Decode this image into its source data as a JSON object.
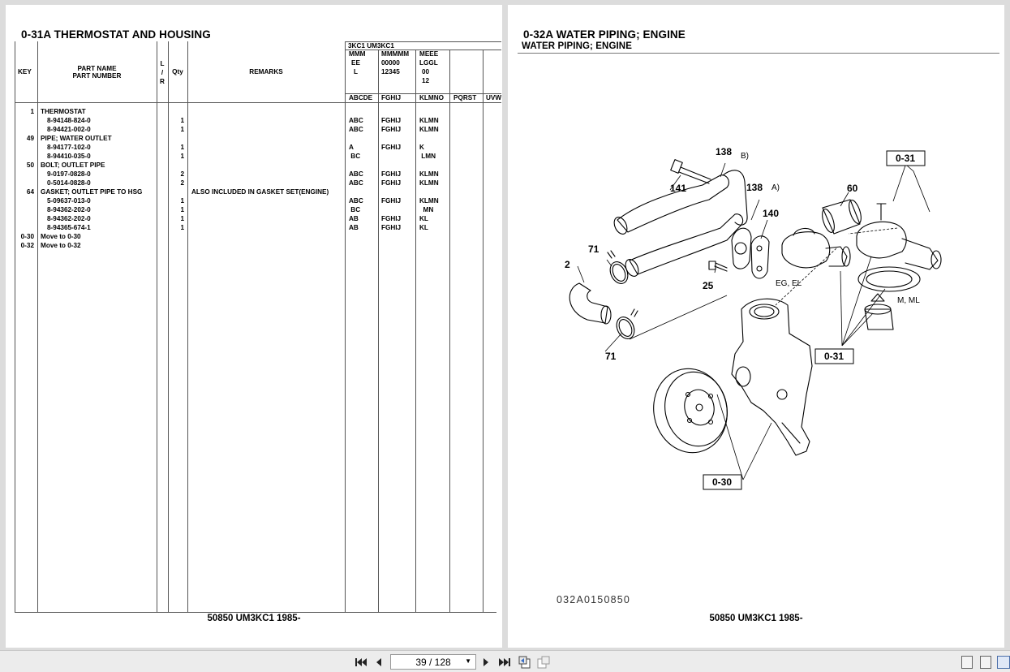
{
  "left_page": {
    "title": "0-31A  THERMOSTAT AND HOUSING",
    "footer": "50850 UM3KC1 1985-",
    "headers": {
      "key": "KEY",
      "part_name": "PART NAME",
      "part_number": "PART NUMBER",
      "lr_l": "L",
      "lr_slash": "/",
      "lr_r": "R",
      "qty": "Qty",
      "remarks": "REMARKS",
      "model_top": "3KC1   UM3KC1",
      "c1": [
        "MMM",
        "EE",
        "L"
      ],
      "c2": [
        "MMMMM",
        "00000",
        "12345"
      ],
      "c3": [
        "MEEE",
        "LGGL",
        "00",
        "12"
      ],
      "codes": [
        "ABCDE",
        "FGHIJ",
        "KLMNO",
        "PQRST",
        "UVW"
      ]
    },
    "rows": [
      {
        "key": "1",
        "name": "THERMOSTAT",
        "indent": false,
        "qty": "",
        "remarks": "",
        "c1": "",
        "c2": "",
        "c3": ""
      },
      {
        "key": "",
        "name": "8-94148-824-0",
        "indent": true,
        "qty": "1",
        "remarks": "",
        "c1": "ABC",
        "c2": "FGHIJ",
        "c3": "KLMN"
      },
      {
        "key": "",
        "name": "8-94421-002-0",
        "indent": true,
        "qty": "1",
        "remarks": "",
        "c1": "ABC",
        "c2": "FGHIJ",
        "c3": "KLMN"
      },
      {
        "key": "49",
        "name": "PIPE; WATER OUTLET",
        "indent": false,
        "qty": "",
        "remarks": "",
        "c1": "",
        "c2": "",
        "c3": ""
      },
      {
        "key": "",
        "name": "8-94177-102-0",
        "indent": true,
        "qty": "1",
        "remarks": "",
        "c1": "A",
        "c2": "FGHIJ",
        "c3": "K"
      },
      {
        "key": "",
        "name": "8-94410-035-0",
        "indent": true,
        "qty": "1",
        "remarks": "",
        "c1": " BC",
        "c2": "",
        "c3": " LMN"
      },
      {
        "key": "50",
        "name": "BOLT; OUTLET PIPE",
        "indent": false,
        "qty": "",
        "remarks": "",
        "c1": "",
        "c2": "",
        "c3": ""
      },
      {
        "key": "",
        "name": "9-0197-0828-0",
        "indent": true,
        "qty": "2",
        "remarks": "",
        "c1": "ABC",
        "c2": "FGHIJ",
        "c3": "KLMN"
      },
      {
        "key": "",
        "name": "0-5014-0828-0",
        "indent": true,
        "qty": "2",
        "remarks": "",
        "c1": "ABC",
        "c2": "FGHIJ",
        "c3": "KLMN"
      },
      {
        "key": "64",
        "name": "GASKET; OUTLET PIPE TO HSG",
        "indent": false,
        "qty": "",
        "remarks": "ALSO INCLUDED IN GASKET SET(ENGINE)",
        "c1": "",
        "c2": "",
        "c3": ""
      },
      {
        "key": "",
        "name": "5-09637-013-0",
        "indent": true,
        "qty": "1",
        "remarks": "",
        "c1": "ABC",
        "c2": "FGHIJ",
        "c3": "KLMN"
      },
      {
        "key": "",
        "name": "8-94362-202-0",
        "indent": true,
        "qty": "1",
        "remarks": "",
        "c1": " BC",
        "c2": "",
        "c3": "  MN"
      },
      {
        "key": "",
        "name": "8-94362-202-0",
        "indent": true,
        "qty": "1",
        "remarks": "",
        "c1": "AB",
        "c2": "FGHIJ",
        "c3": "KL"
      },
      {
        "key": "",
        "name": "8-94365-674-1",
        "indent": true,
        "qty": "1",
        "remarks": "",
        "c1": "AB",
        "c2": "FGHIJ",
        "c3": "KL"
      },
      {
        "key": "0-30",
        "name": "Move to 0-30",
        "indent": false,
        "qty": "",
        "remarks": "",
        "c1": "",
        "c2": "",
        "c3": ""
      },
      {
        "key": "0-32",
        "name": "Move to 0-32",
        "indent": false,
        "qty": "",
        "remarks": "",
        "c1": "",
        "c2": "",
        "c3": ""
      }
    ]
  },
  "right_page": {
    "title": "0-32A  WATER PIPING; ENGINE",
    "subtitle": "WATER PIPING; ENGINE",
    "footer": "50850 UM3KC1 1985-",
    "diagram_code": "032A0150850",
    "callouts": {
      "c138a": "138",
      "c138b": "138",
      "c141": "141",
      "c140": "140",
      "c60": "60",
      "c71a": "71",
      "c71b": "71",
      "c2": "2",
      "c25": "25",
      "note_b": "B)",
      "note_a": "A)",
      "note_eg": "EG, EL",
      "note_m": "M, ML",
      "box_031_top": "0-31",
      "box_031_mid": "0-31",
      "box_030": "0-30"
    }
  },
  "toolbar": {
    "page_indicator": "39 / 128"
  }
}
